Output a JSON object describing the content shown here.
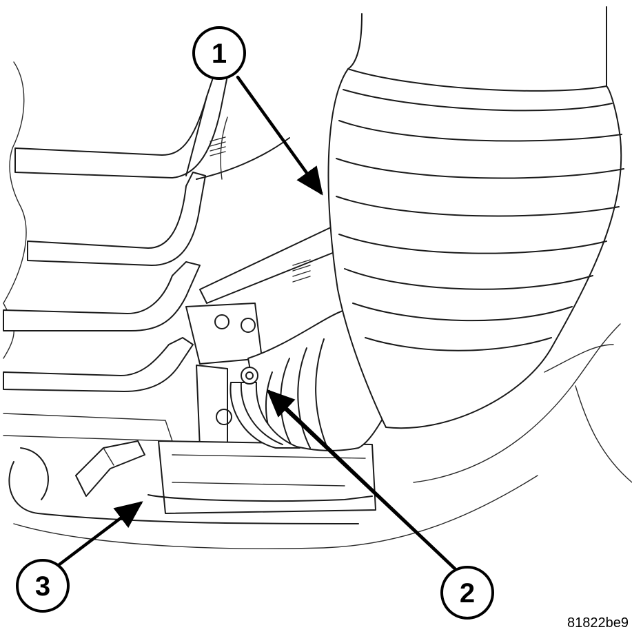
{
  "callouts": [
    {
      "number": "1"
    },
    {
      "number": "2"
    },
    {
      "number": "3"
    }
  ],
  "figure_code": "81822be9"
}
